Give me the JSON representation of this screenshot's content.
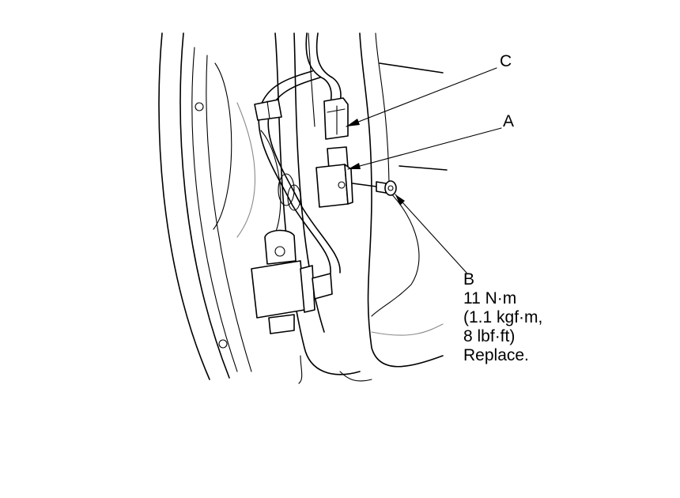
{
  "callouts": {
    "c": {
      "letter": "C"
    },
    "a": {
      "letter": "A"
    },
    "b": {
      "letter": "B",
      "torque": "11 N·m",
      "torque_kgf": "(1.1 kgf·m,",
      "torque_lbf": "8 lbf·ft)",
      "note": "Replace."
    }
  }
}
